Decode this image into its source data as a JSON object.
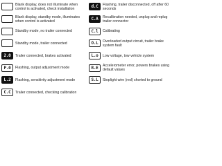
{
  "rows": [
    {
      "left": {
        "code": "",
        "style": "light",
        "text": "Blank display, does not illuminate when control is activated, check installation"
      },
      "right": {
        "code": "d.C",
        "style": "dark",
        "text": "Flashing, trailer disconnected, off after 60 seconds"
      }
    },
    {
      "left": {
        "code": "",
        "style": "light",
        "text": "Blank display, standby mode, illuminates when control is activated"
      },
      "right": {
        "code": "C.A",
        "style": "dark",
        "text": "Recalibration needed, unplug and replug trailer connector"
      }
    },
    {
      "left": {
        "code": "",
        "style": "light",
        "text": "Standby mode, no trailer connected"
      },
      "right": {
        "code": "C.l",
        "style": "light",
        "text": "Calibrating"
      }
    },
    {
      "left": {
        "code": "",
        "style": "light",
        "text": "Standby mode, trailer connected"
      },
      "right": {
        "code": "O.L",
        "style": "light",
        "text": "Overloaded output circuit, trailer brake system fault"
      }
    },
    {
      "left": {
        "code": "2.0",
        "style": "dark",
        "text": "Trailer connected, brakes activated"
      },
      "right": {
        "code": "L.o",
        "style": "light",
        "text": "Low voltage, tow vehicle system"
      }
    },
    {
      "left": {
        "code": "P.0",
        "style": "light",
        "text": "Flashing, output adjustment mode"
      },
      "right": {
        "code": "R.E",
        "style": "light",
        "text": "Accelerometer error, powers brakes using default values"
      }
    },
    {
      "left": {
        "code": "L.2",
        "style": "dark",
        "text": "Flashing, sensitivity adjustment mode"
      },
      "right": {
        "code": "S.L",
        "style": "light",
        "text": "Stoplight wire (red) shorted to ground"
      }
    },
    {
      "left": {
        "code": "C.C",
        "style": "light",
        "text": "Trailer connected, checking calibration"
      },
      "right": null
    }
  ]
}
